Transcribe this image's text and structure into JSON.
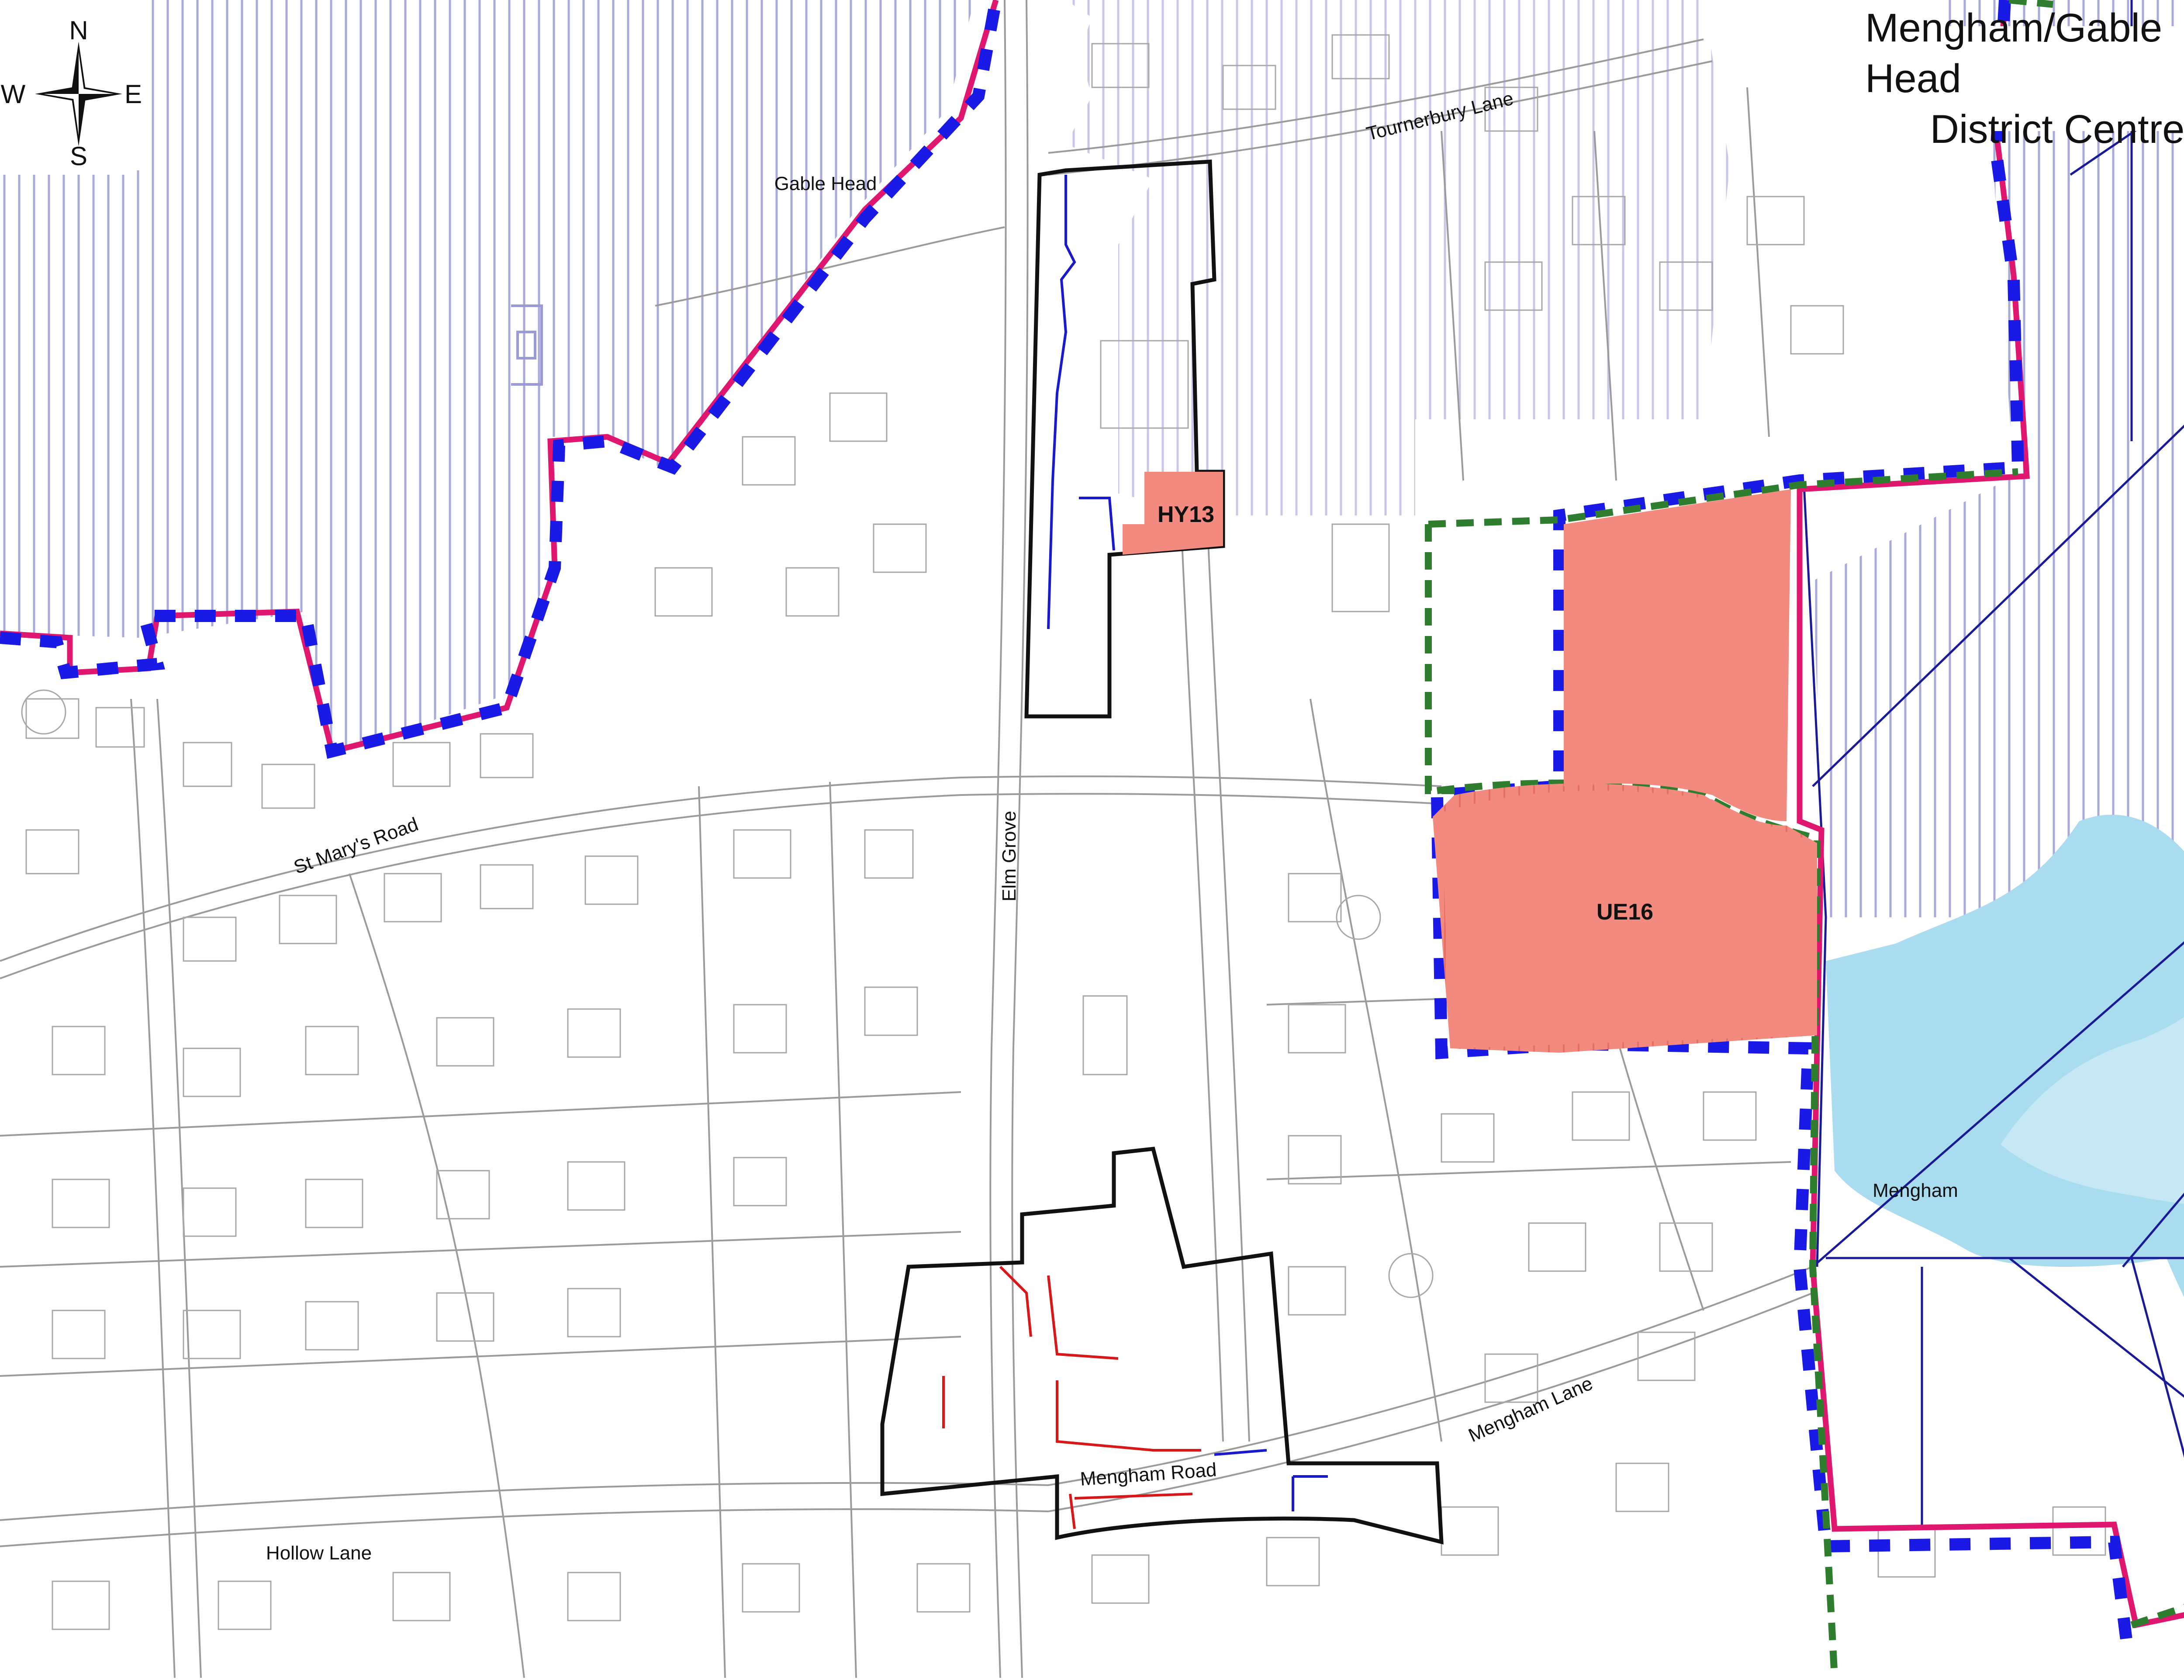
{
  "title": {
    "line1": "Mengham/Gable Head",
    "line2": "District Centre"
  },
  "compass": {
    "n": "N",
    "s": "S",
    "e": "E",
    "w": "W"
  },
  "sites": {
    "hy13": "HY13",
    "ue16": "UE16"
  },
  "roads": {
    "tournerbury_lane": "Tournerbury Lane",
    "st_marys_road": "St Mary's Road",
    "elm_grove": "Elm Grove",
    "mengham_lane": "Mengham Lane",
    "mengham_road": "Mengham Road",
    "hollow_lane": "Hollow Lane"
  },
  "places": {
    "gable_head": "Gable Head",
    "mengham": "Mengham"
  },
  "colors": {
    "settlement_boundary": "#e0176f",
    "blue_dashed_boundary": "#1a1ae6",
    "green_dashed_boundary": "#2f7d2f",
    "district_centre_outline": "#111111",
    "allocation_fill": "#f28a80",
    "hatch_lines": "#9a9ad6",
    "flood_zone": "#a9dcef",
    "frontage_red": "#d81818",
    "frontage_blue": "#1a1acc",
    "base_map_lines": "#9b9b9b"
  }
}
